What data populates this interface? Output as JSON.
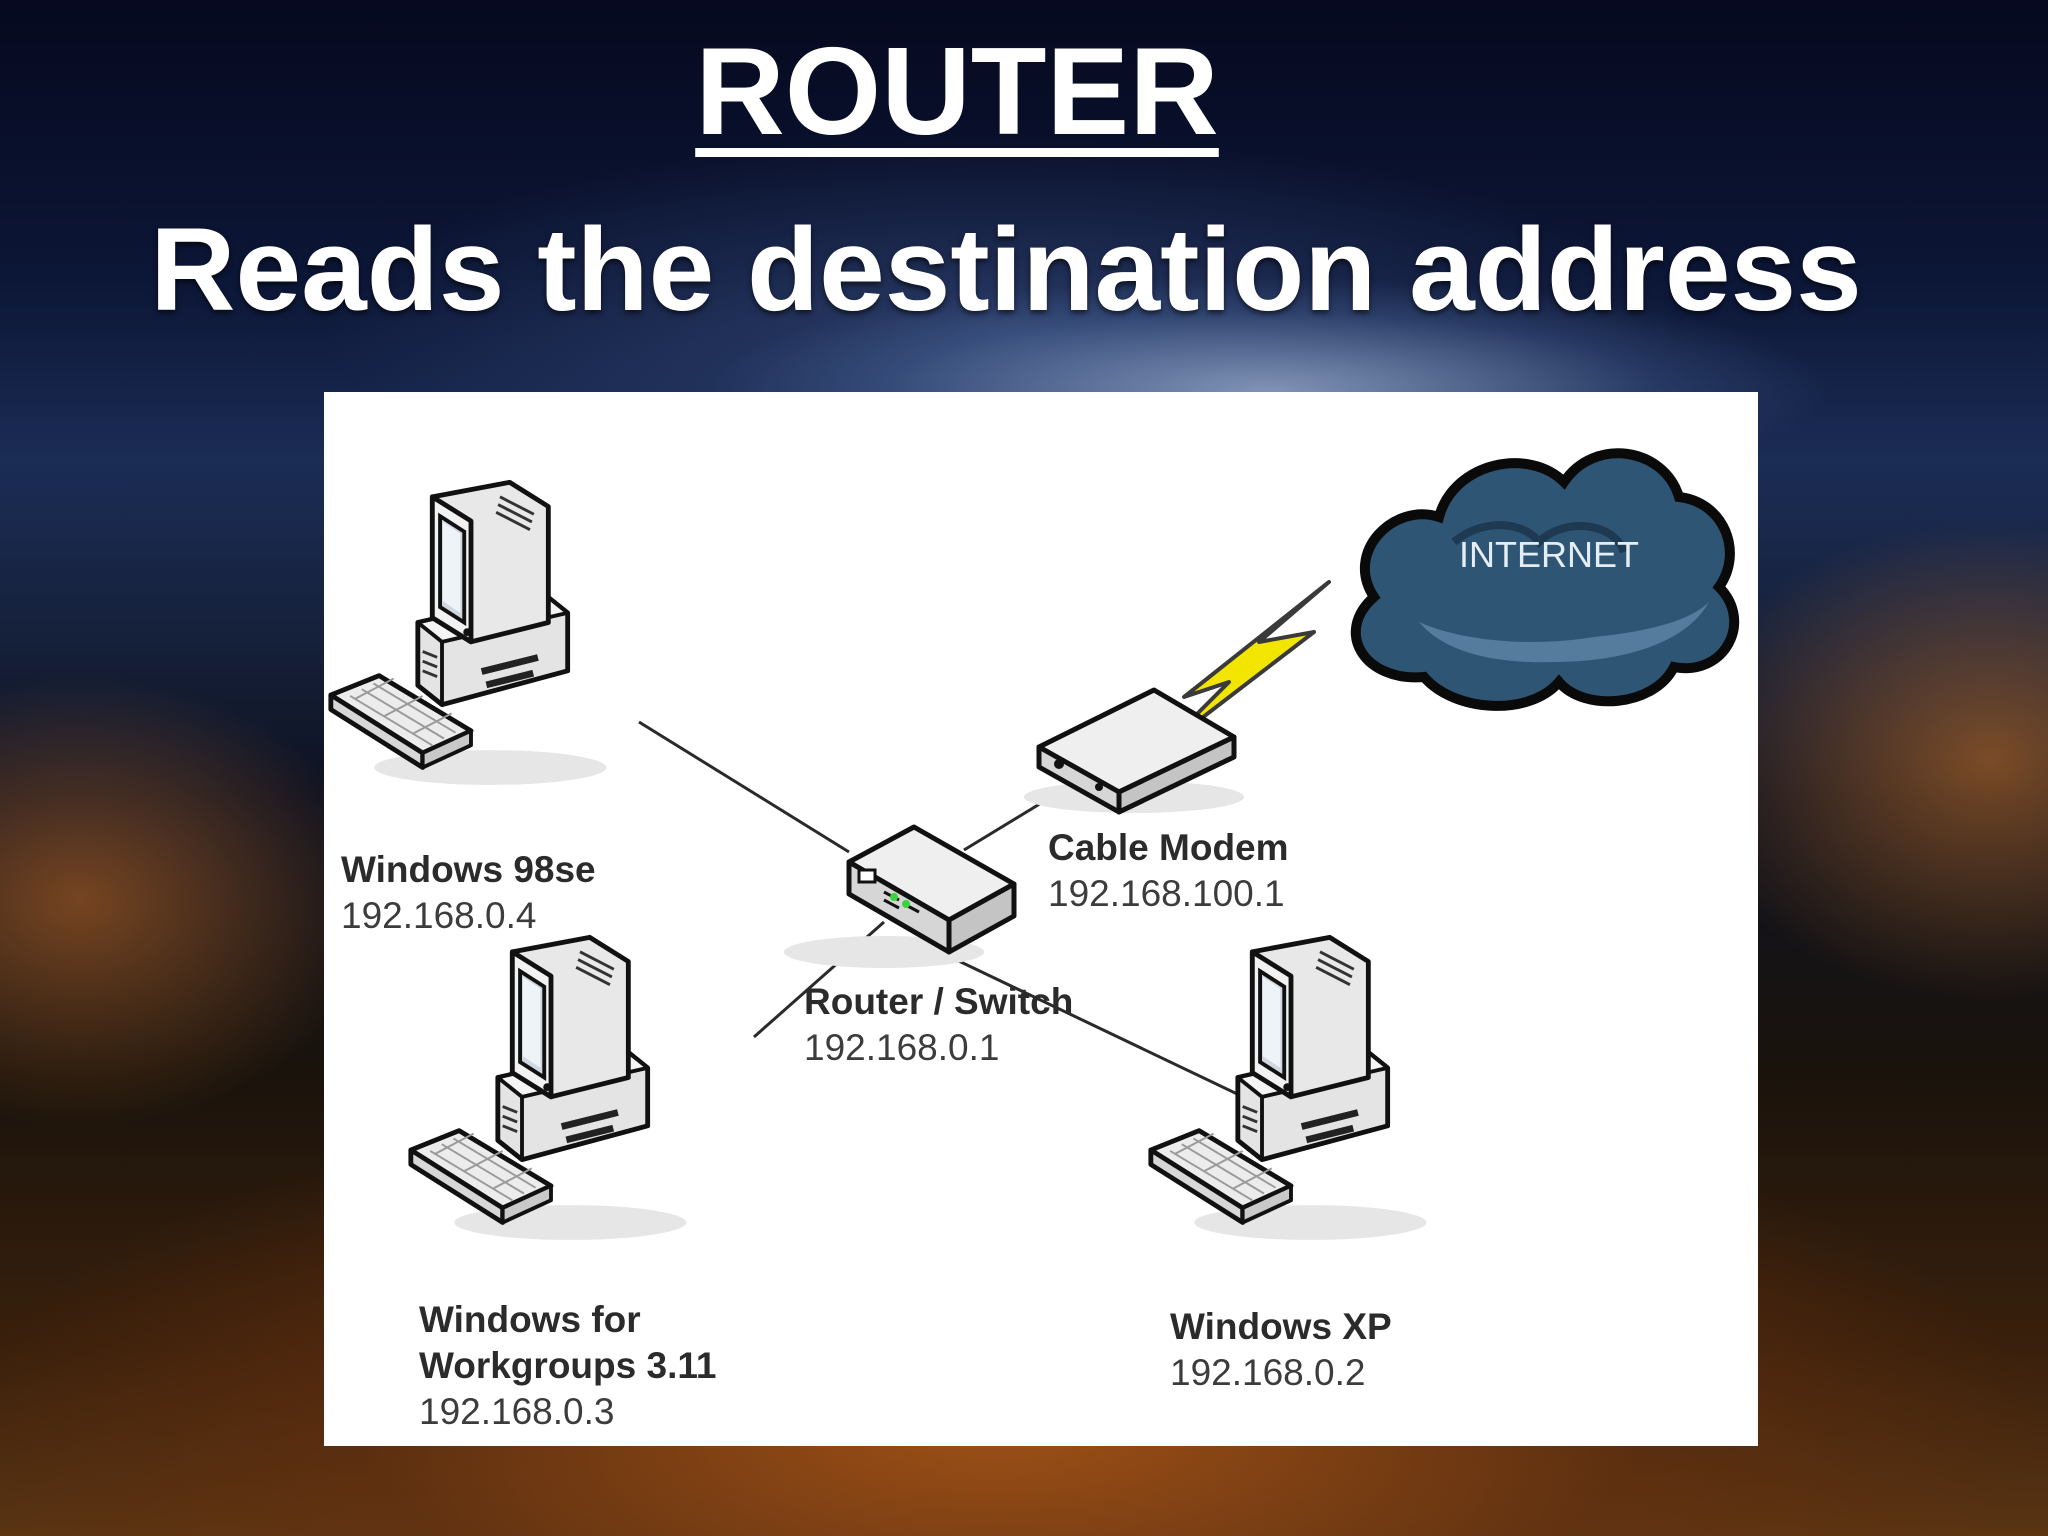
{
  "slide": {
    "title": "ROUTER",
    "subtitle": "Reads the destination address"
  },
  "diagram": {
    "internet_label": "INTERNET",
    "nodes": {
      "win98": {
        "name": "Windows 98se",
        "ip": "192.168.0.4"
      },
      "modem": {
        "name": "Cable Modem",
        "ip": "192.168.100.1"
      },
      "router": {
        "name": "Router / Switch",
        "ip": "192.168.0.1"
      },
      "wfw": {
        "name_line1": "Windows for",
        "name_line2": "Workgroups 3.11",
        "ip": "192.168.0.3"
      },
      "winxp": {
        "name": "Windows XP",
        "ip": "192.168.0.2"
      }
    }
  },
  "colors": {
    "cloud": "#2f5574",
    "lightning": "#f2e600",
    "text_white": "#ffffff"
  }
}
